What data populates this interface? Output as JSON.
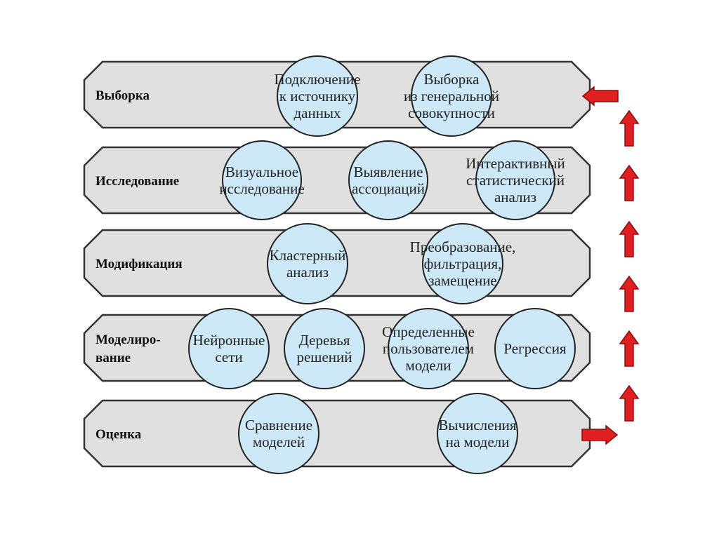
{
  "colors": {
    "band_fill": "#e0e0e0",
    "band_stroke": "#333333",
    "circle_fill": "#cde8f7",
    "circle_stroke": "#222222",
    "arrow": "#e02020"
  },
  "stages": [
    {
      "id": "sampling",
      "label": [
        "Выборка"
      ],
      "nodes": [
        {
          "id": "connect-source",
          "lines": [
            "Подключение",
            "к источнику",
            "данных"
          ]
        },
        {
          "id": "sample-population",
          "lines": [
            "Выборка",
            "из генеральной",
            "совокупности"
          ]
        }
      ]
    },
    {
      "id": "exploration",
      "label": [
        "Исследование"
      ],
      "nodes": [
        {
          "id": "visual-exploration",
          "lines": [
            "Визуальное",
            "исследование"
          ]
        },
        {
          "id": "association-discovery",
          "lines": [
            "Выявление",
            "ассоциаций"
          ]
        },
        {
          "id": "interactive-statistical-analysis",
          "lines": [
            "Интерактивный",
            "статистический",
            "анализ"
          ]
        }
      ]
    },
    {
      "id": "modification",
      "label": [
        "Модификация"
      ],
      "nodes": [
        {
          "id": "cluster-analysis",
          "lines": [
            "Кластерный",
            "анализ"
          ]
        },
        {
          "id": "transformation",
          "lines": [
            "Преобразование,",
            "фильтрация,",
            "замещение"
          ]
        }
      ]
    },
    {
      "id": "modeling",
      "label": [
        "Моделиро-",
        "вание"
      ],
      "nodes": [
        {
          "id": "neural-networks",
          "lines": [
            "Нейронные",
            "сети"
          ]
        },
        {
          "id": "decision-trees",
          "lines": [
            "Деревья",
            "решений"
          ]
        },
        {
          "id": "user-defined-models",
          "lines": [
            "Определенные",
            "пользователем",
            "модели"
          ]
        },
        {
          "id": "regression",
          "lines": [
            "Регрессия"
          ]
        }
      ]
    },
    {
      "id": "assessment",
      "label": [
        "Оценка"
      ],
      "nodes": [
        {
          "id": "model-comparison",
          "lines": [
            "Сравнение",
            "моделей"
          ]
        },
        {
          "id": "model-scoring",
          "lines": [
            "Вычисления",
            "на модели"
          ]
        }
      ]
    }
  ]
}
